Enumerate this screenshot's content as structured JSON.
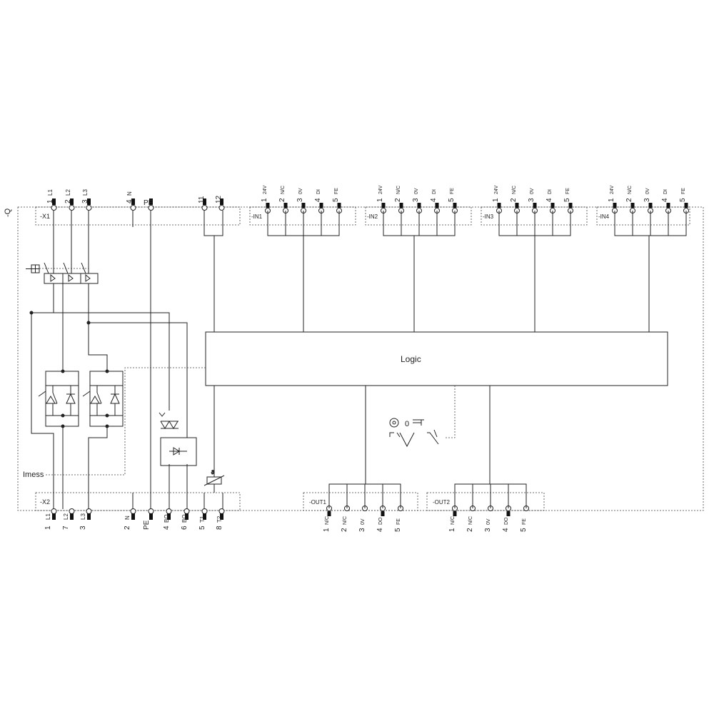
{
  "device_tag": "-Q",
  "logic_label": "Logic",
  "imess_label": "Imess",
  "selector_zero": "0",
  "x1": {
    "label": "-X1",
    "terminals": [
      {
        "num": "1",
        "sig": "L1"
      },
      {
        "num": "2",
        "sig": "L2"
      },
      {
        "num": "3",
        "sig": "L3"
      },
      {
        "num": "4",
        "sig": "N"
      },
      {
        "num": "PE",
        "sig": ""
      },
      {
        "num": "11",
        "sig": ""
      },
      {
        "num": "12",
        "sig": ""
      }
    ]
  },
  "x2": {
    "label": "-X2",
    "terminals": [
      {
        "num": "1",
        "sig": "L1"
      },
      {
        "num": "7",
        "sig": "L2"
      },
      {
        "num": "3",
        "sig": "L3"
      },
      {
        "num": "2",
        "sig": "N"
      },
      {
        "num": "PE",
        "sig": ""
      },
      {
        "num": "4",
        "sig": "BO"
      },
      {
        "num": "6",
        "sig": "BO"
      },
      {
        "num": "5",
        "sig": "T1"
      },
      {
        "num": "8",
        "sig": "T2"
      }
    ]
  },
  "inputs": [
    {
      "label": "-IN1",
      "pins": [
        {
          "num": "1",
          "sig": "24V"
        },
        {
          "num": "2",
          "sig": "N/C"
        },
        {
          "num": "3",
          "sig": "0V"
        },
        {
          "num": "4",
          "sig": "DI"
        },
        {
          "num": "5",
          "sig": "FE"
        }
      ]
    },
    {
      "label": "-IN2",
      "pins": [
        {
          "num": "1",
          "sig": "24V"
        },
        {
          "num": "2",
          "sig": "N/C"
        },
        {
          "num": "3",
          "sig": "0V"
        },
        {
          "num": "4",
          "sig": "DI"
        },
        {
          "num": "5",
          "sig": "FE"
        }
      ]
    },
    {
      "label": "-IN3",
      "pins": [
        {
          "num": "1",
          "sig": "24V"
        },
        {
          "num": "2",
          "sig": "N/C"
        },
        {
          "num": "3",
          "sig": "0V"
        },
        {
          "num": "4",
          "sig": "DI"
        },
        {
          "num": "5",
          "sig": "FE"
        }
      ]
    },
    {
      "label": "-IN4",
      "pins": [
        {
          "num": "1",
          "sig": "24V"
        },
        {
          "num": "2",
          "sig": "N/C"
        },
        {
          "num": "3",
          "sig": "0V"
        },
        {
          "num": "4",
          "sig": "DI"
        },
        {
          "num": "5",
          "sig": "FE"
        }
      ]
    }
  ],
  "outputs": [
    {
      "label": "-OUT1",
      "pins": [
        {
          "num": "1",
          "sig": "N/C"
        },
        {
          "num": "2",
          "sig": "N/C"
        },
        {
          "num": "3",
          "sig": "0V"
        },
        {
          "num": "4",
          "sig": "DO"
        },
        {
          "num": "5",
          "sig": "FE"
        }
      ]
    },
    {
      "label": "-OUT2",
      "pins": [
        {
          "num": "1",
          "sig": "N/C"
        },
        {
          "num": "2",
          "sig": "N/C"
        },
        {
          "num": "3",
          "sig": "0V"
        },
        {
          "num": "4",
          "sig": "DO"
        },
        {
          "num": "5",
          "sig": "FE"
        }
      ]
    }
  ]
}
